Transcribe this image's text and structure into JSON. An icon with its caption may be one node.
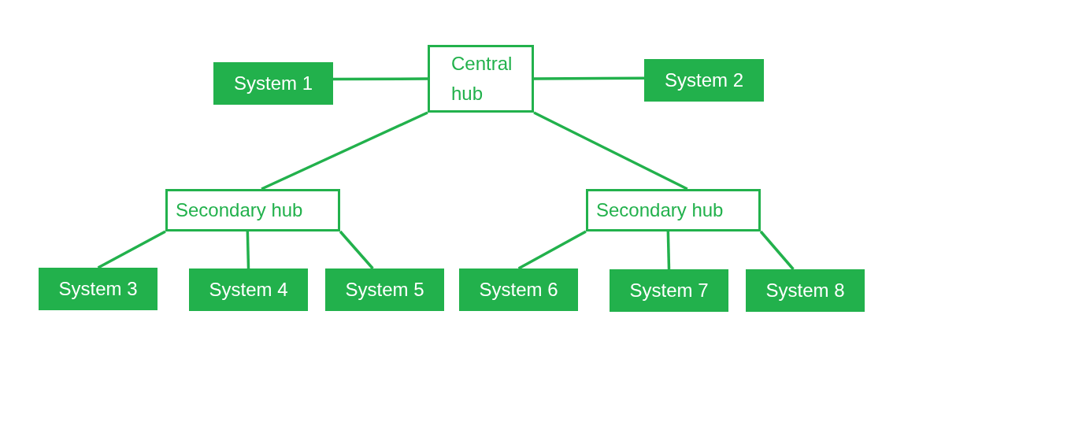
{
  "diagram": {
    "nodes": [
      {
        "text": [
          "Central hub"
        ]
      },
      {
        "text": [
          "System 1"
        ]
      },
      {
        "text": [
          "System 2"
        ]
      },
      {
        "text": [
          "Secondary hub"
        ]
      },
      {
        "text": [
          "Secondary hub"
        ]
      },
      {
        "text": [
          "System 3"
        ]
      },
      {
        "text": [
          "System 4"
        ]
      },
      {
        "text": [
          "System 5"
        ]
      },
      {
        "text": [
          "System 6"
        ]
      },
      {
        "text": [
          "System 7"
        ]
      },
      {
        "text": [
          "System 8"
        ]
      }
    ],
    "edges": [
      {
        "from": 0,
        "to": 1,
        "arrow": "none"
      },
      {
        "from": 0,
        "to": 2,
        "arrow": "none"
      },
      {
        "from": 0,
        "to": 3,
        "arrow": "none"
      },
      {
        "from": 0,
        "to": 4,
        "arrow": "none"
      },
      {
        "from": 3,
        "to": 5,
        "arrow": "none"
      },
      {
        "from": 3,
        "to": 6,
        "arrow": "none"
      },
      {
        "from": 3,
        "to": 7,
        "arrow": "none"
      },
      {
        "from": 4,
        "to": 8,
        "arrow": "none"
      },
      {
        "from": 4,
        "to": 9,
        "arrow": "none"
      },
      {
        "from": 4,
        "to": 10,
        "arrow": "none"
      }
    ]
  }
}
